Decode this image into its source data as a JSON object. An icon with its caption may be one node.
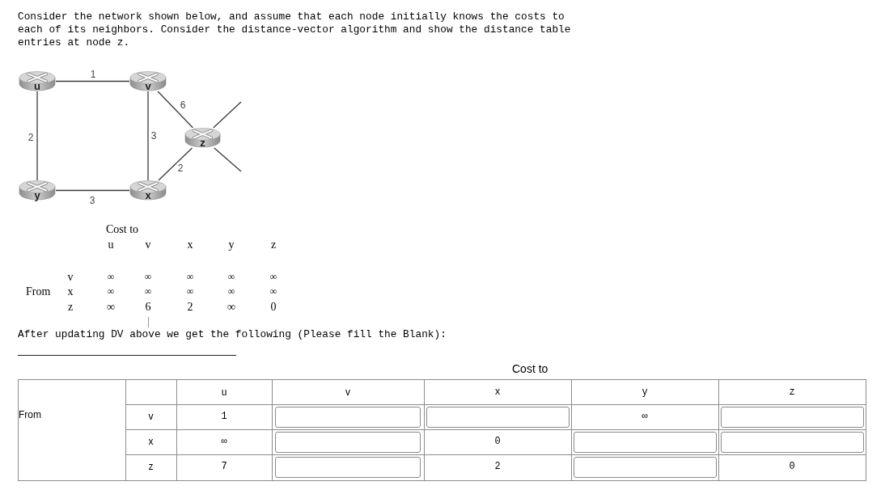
{
  "diagram": {
    "nodes": [
      {
        "text": [
          "u"
        ]
      },
      {
        "text": [
          "v"
        ]
      },
      {
        "text": [
          "z"
        ]
      },
      {
        "text": [
          "y"
        ]
      },
      {
        "text": [
          "x"
        ]
      }
    ],
    "edges": [
      {
        "from": 0,
        "to": 1,
        "arrow": "none",
        "label": "1"
      },
      {
        "from": 0,
        "to": 3,
        "arrow": "none",
        "label": "2"
      },
      {
        "from": 1,
        "to": 4,
        "arrow": "none",
        "label": "3"
      },
      {
        "from": 1,
        "to": 2,
        "arrow": "none",
        "label": "6"
      },
      {
        "from": 4,
        "to": 2,
        "arrow": "none",
        "label": "2"
      },
      {
        "from": 3,
        "to": 4,
        "arrow": "none",
        "label": "3"
      },
      {
        "from": 2,
        "to": null,
        "arrow": "none"
      },
      {
        "from": 2,
        "to": null,
        "arrow": "none"
      }
    ],
    "labels": [
      "Consider the network shown below, and assume that each node initially knows the costs to each of its neighbors. Consider the distance-vector algorithm and show the distance table entries at node z.",
      "Cost to",
      "u",
      "v",
      "x",
      "y",
      "z",
      "v",
      "∞",
      "∞",
      "∞",
      "∞",
      "∞",
      "From",
      "x",
      "∞",
      "∞",
      "∞",
      "∞",
      "∞",
      "z",
      "∞",
      "6",
      "2",
      "∞",
      "0",
      "After updating DV above we get the following (Please fill the Blank):",
      "Cost to",
      "u",
      "v",
      "x",
      "y",
      "z",
      "From",
      "v",
      "1",
      "∞",
      "x",
      "∞",
      "0",
      "z",
      "7",
      "2",
      "0"
    ]
  }
}
